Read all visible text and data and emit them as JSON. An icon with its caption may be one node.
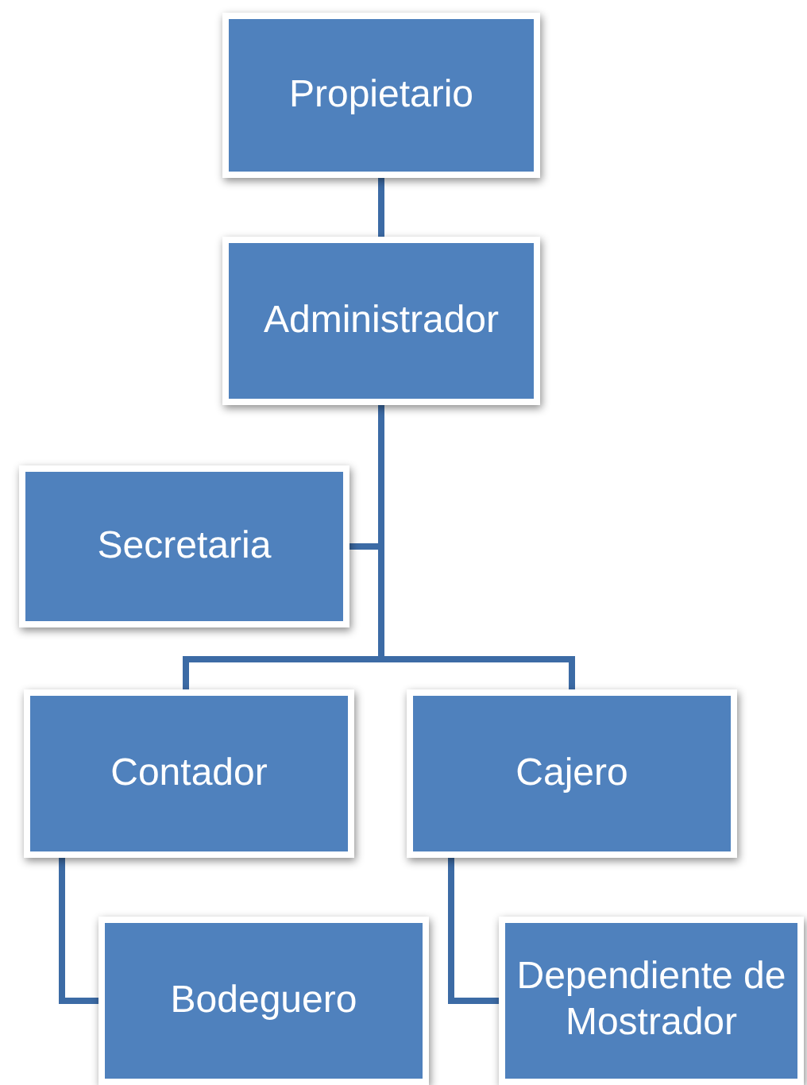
{
  "diagram": {
    "nodes": [
      {
        "text": [
          "Propietario"
        ]
      },
      {
        "text": [
          "Administrador"
        ]
      },
      {
        "text": [
          "Secretaria"
        ]
      },
      {
        "text": [
          "Contador"
        ]
      },
      {
        "text": [
          "Cajero"
        ]
      },
      {
        "text": [
          "Bodeguero"
        ]
      },
      {
        "text": [
          "Dependiente de Mostrador"
        ]
      }
    ],
    "edges": [
      {
        "from": 0,
        "to": 1,
        "arrow": "none"
      },
      {
        "from": 1,
        "to": 2,
        "arrow": "none"
      },
      {
        "from": 1,
        "to": 3,
        "arrow": "none"
      },
      {
        "from": 1,
        "to": 4,
        "arrow": "none"
      },
      {
        "from": 3,
        "to": 5,
        "arrow": "none"
      },
      {
        "from": 4,
        "to": 6,
        "arrow": "none"
      }
    ]
  }
}
